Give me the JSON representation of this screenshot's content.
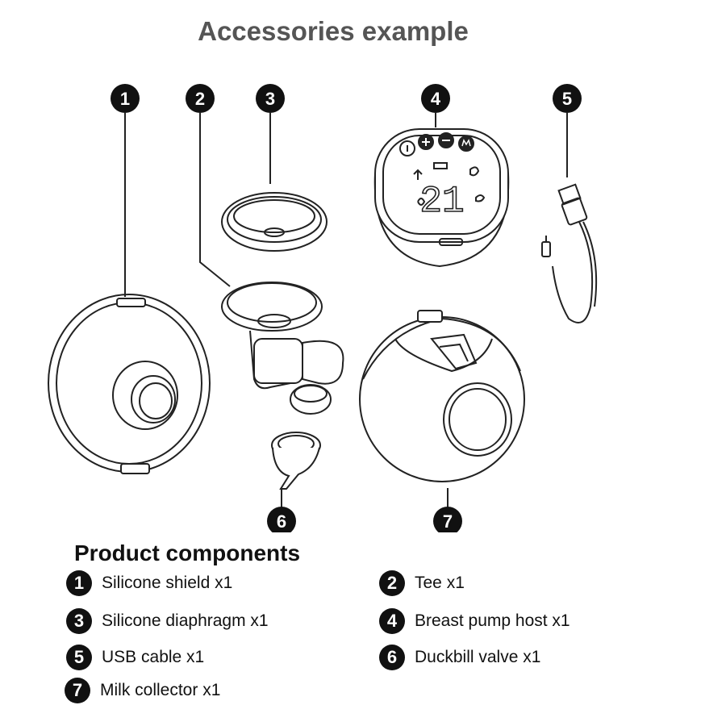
{
  "title": "Accessories example",
  "callouts": [
    "1",
    "2",
    "3",
    "4",
    "5",
    "6",
    "7"
  ],
  "display": {
    "digits": "21"
  },
  "components_title": "Product components",
  "components": [
    {
      "num": "1",
      "label": "Silicone shield x1"
    },
    {
      "num": "2",
      "label": "Tee x1"
    },
    {
      "num": "3",
      "label": "Silicone diaphragm x1"
    },
    {
      "num": "4",
      "label": "Breast pump host x1"
    },
    {
      "num": "5",
      "label": "USB cable x1"
    },
    {
      "num": "6",
      "label": "Duckbill valve x1"
    },
    {
      "num": "7",
      "label": "Milk collector x1"
    }
  ]
}
